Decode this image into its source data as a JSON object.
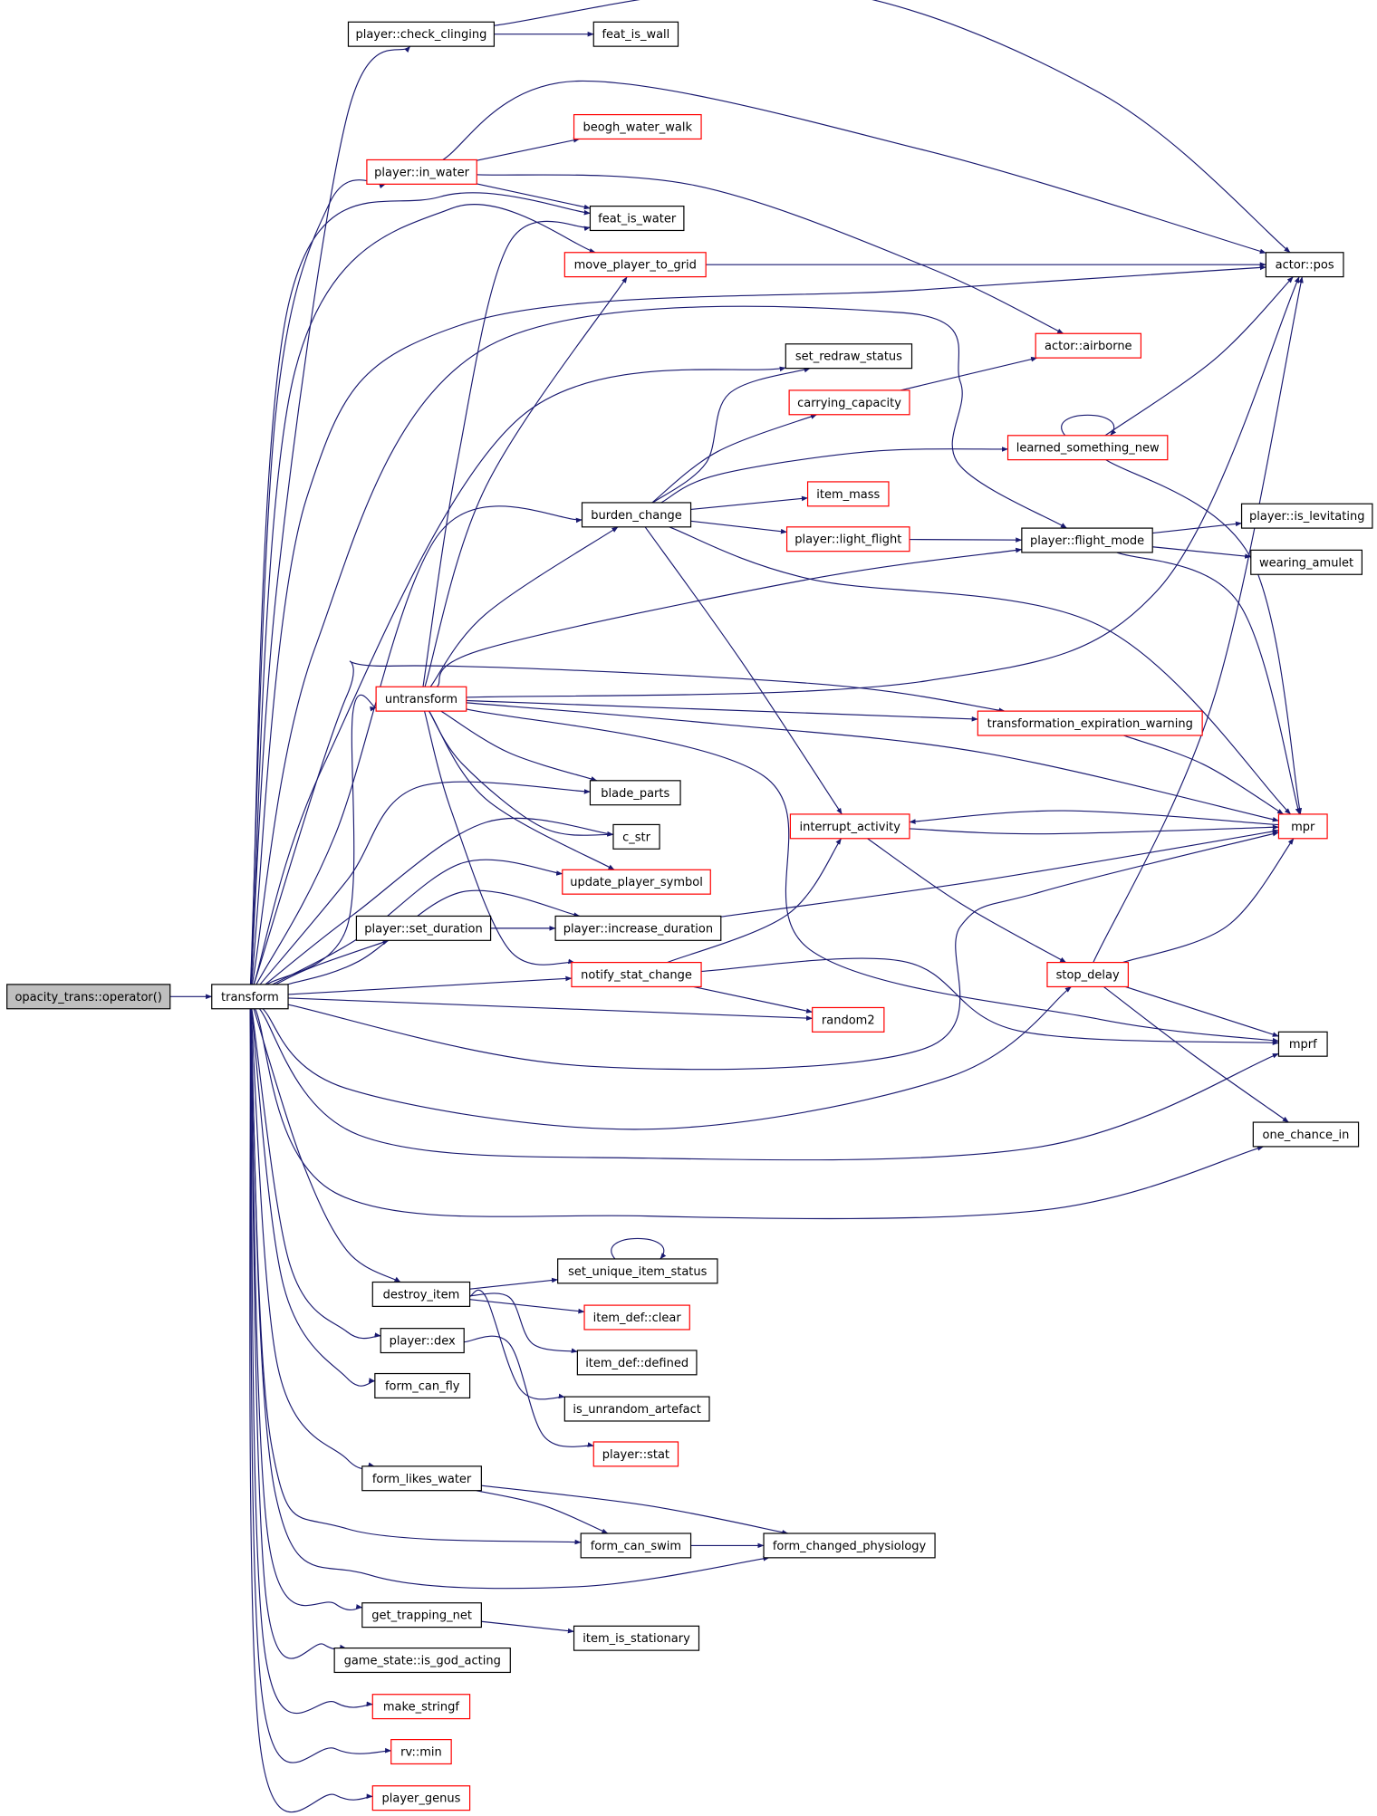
{
  "colors": {
    "edge": "#191970",
    "plain_border": "#000000",
    "external_border": "#ff0000",
    "root_fill": "#bfbfbf",
    "background": "#ffffff"
  },
  "nodes": [
    {
      "id": "opacity",
      "label": "opacity_trans::operator()",
      "style": "root"
    },
    {
      "id": "transform",
      "label": "transform",
      "style": "black"
    },
    {
      "id": "check_clinging",
      "label": "player::check_clinging",
      "style": "black"
    },
    {
      "id": "feat_is_wall",
      "label": "feat_is_wall",
      "style": "black"
    },
    {
      "id": "beogh",
      "label": "beogh_water_walk",
      "style": "red"
    },
    {
      "id": "in_water",
      "label": "player::in_water",
      "style": "red"
    },
    {
      "id": "feat_is_water",
      "label": "feat_is_water",
      "style": "black"
    },
    {
      "id": "move_player",
      "label": "move_player_to_grid",
      "style": "red"
    },
    {
      "id": "actor_pos",
      "label": "actor::pos",
      "style": "black"
    },
    {
      "id": "airborne",
      "label": "actor::airborne",
      "style": "red"
    },
    {
      "id": "set_redraw",
      "label": "set_redraw_status",
      "style": "black"
    },
    {
      "id": "carrying",
      "label": "carrying_capacity",
      "style": "red"
    },
    {
      "id": "learned",
      "label": "learned_something_new",
      "style": "red"
    },
    {
      "id": "item_mass",
      "label": "item_mass",
      "style": "red"
    },
    {
      "id": "burden",
      "label": "burden_change",
      "style": "black"
    },
    {
      "id": "is_levitating",
      "label": "player::is_levitating",
      "style": "black"
    },
    {
      "id": "light_flight",
      "label": "player::light_flight",
      "style": "red"
    },
    {
      "id": "flight_mode",
      "label": "player::flight_mode",
      "style": "black"
    },
    {
      "id": "wearing_amulet",
      "label": "wearing_amulet",
      "style": "black"
    },
    {
      "id": "untransform",
      "label": "untransform",
      "style": "red"
    },
    {
      "id": "trans_exp",
      "label": "transformation_expiration_warning",
      "style": "red"
    },
    {
      "id": "blade_parts",
      "label": "blade_parts",
      "style": "black"
    },
    {
      "id": "c_str",
      "label": "c_str",
      "style": "black"
    },
    {
      "id": "interrupt",
      "label": "interrupt_activity",
      "style": "red"
    },
    {
      "id": "mpr",
      "label": "mpr",
      "style": "red"
    },
    {
      "id": "update_symbol",
      "label": "update_player_symbol",
      "style": "red"
    },
    {
      "id": "set_duration",
      "label": "player::set_duration",
      "style": "black"
    },
    {
      "id": "increase_duration",
      "label": "player::increase_duration",
      "style": "black"
    },
    {
      "id": "notify_stat",
      "label": "notify_stat_change",
      "style": "red"
    },
    {
      "id": "stop_delay",
      "label": "stop_delay",
      "style": "red"
    },
    {
      "id": "random2",
      "label": "random2",
      "style": "red"
    },
    {
      "id": "mprf",
      "label": "mprf",
      "style": "black"
    },
    {
      "id": "one_chance",
      "label": "one_chance_in",
      "style": "black"
    },
    {
      "id": "set_unique",
      "label": "set_unique_item_status",
      "style": "black"
    },
    {
      "id": "destroy_item",
      "label": "destroy_item",
      "style": "black"
    },
    {
      "id": "item_clear",
      "label": "item_def::clear",
      "style": "red"
    },
    {
      "id": "player_dex",
      "label": "player::dex",
      "style": "black"
    },
    {
      "id": "item_defined",
      "label": "item_def::defined",
      "style": "black"
    },
    {
      "id": "form_can_fly",
      "label": "form_can_fly",
      "style": "black"
    },
    {
      "id": "is_unrandom",
      "label": "is_unrandom_artefact",
      "style": "black"
    },
    {
      "id": "player_stat",
      "label": "player::stat",
      "style": "red"
    },
    {
      "id": "form_likes_water",
      "label": "form_likes_water",
      "style": "black"
    },
    {
      "id": "form_can_swim",
      "label": "form_can_swim",
      "style": "black"
    },
    {
      "id": "form_changed",
      "label": "form_changed_physiology",
      "style": "black"
    },
    {
      "id": "get_trapping",
      "label": "get_trapping_net",
      "style": "black"
    },
    {
      "id": "item_stationary",
      "label": "item_is_stationary",
      "style": "black"
    },
    {
      "id": "god_acting",
      "label": "game_state::is_god_acting",
      "style": "black"
    },
    {
      "id": "make_stringf",
      "label": "make_stringf",
      "style": "red"
    },
    {
      "id": "rv_min",
      "label": "rv::min",
      "style": "red"
    },
    {
      "id": "player_genus",
      "label": "player_genus",
      "style": "red"
    }
  ],
  "edges": [
    [
      "opacity",
      "transform"
    ],
    [
      "transform",
      "check_clinging"
    ],
    [
      "transform",
      "in_water"
    ],
    [
      "transform",
      "feat_is_water"
    ],
    [
      "transform",
      "move_player"
    ],
    [
      "transform",
      "actor_pos"
    ],
    [
      "transform",
      "flight_mode"
    ],
    [
      "transform",
      "set_redraw"
    ],
    [
      "transform",
      "burden"
    ],
    [
      "transform",
      "untransform"
    ],
    [
      "transform",
      "trans_exp"
    ],
    [
      "transform",
      "blade_parts"
    ],
    [
      "transform",
      "c_str"
    ],
    [
      "transform",
      "update_symbol"
    ],
    [
      "transform",
      "set_duration"
    ],
    [
      "transform",
      "increase_duration"
    ],
    [
      "transform",
      "notify_stat"
    ],
    [
      "transform",
      "random2"
    ],
    [
      "transform",
      "mpr"
    ],
    [
      "transform",
      "stop_delay"
    ],
    [
      "transform",
      "mprf"
    ],
    [
      "transform",
      "one_chance"
    ],
    [
      "transform",
      "destroy_item"
    ],
    [
      "transform",
      "player_dex"
    ],
    [
      "transform",
      "form_can_fly"
    ],
    [
      "transform",
      "form_likes_water"
    ],
    [
      "transform",
      "form_can_swim"
    ],
    [
      "transform",
      "form_changed"
    ],
    [
      "transform",
      "get_trapping"
    ],
    [
      "transform",
      "god_acting"
    ],
    [
      "transform",
      "make_stringf"
    ],
    [
      "transform",
      "rv_min"
    ],
    [
      "transform",
      "player_genus"
    ],
    [
      "check_clinging",
      "feat_is_wall"
    ],
    [
      "check_clinging",
      "actor_pos"
    ],
    [
      "in_water",
      "beogh"
    ],
    [
      "in_water",
      "feat_is_water"
    ],
    [
      "in_water",
      "actor_pos"
    ],
    [
      "in_water",
      "airborne"
    ],
    [
      "move_player",
      "actor_pos"
    ],
    [
      "untransform",
      "feat_is_water"
    ],
    [
      "untransform",
      "move_player"
    ],
    [
      "untransform",
      "burden"
    ],
    [
      "untransform",
      "flight_mode"
    ],
    [
      "untransform",
      "actor_pos"
    ],
    [
      "untransform",
      "trans_exp"
    ],
    [
      "untransform",
      "mpr"
    ],
    [
      "untransform",
      "blade_parts"
    ],
    [
      "untransform",
      "c_str"
    ],
    [
      "untransform",
      "update_symbol"
    ],
    [
      "untransform",
      "notify_stat"
    ],
    [
      "untransform",
      "mprf"
    ],
    [
      "burden",
      "set_redraw"
    ],
    [
      "burden",
      "carrying"
    ],
    [
      "burden",
      "learned"
    ],
    [
      "burden",
      "item_mass"
    ],
    [
      "burden",
      "light_flight"
    ],
    [
      "burden",
      "interrupt"
    ],
    [
      "burden",
      "mpr"
    ],
    [
      "carrying",
      "airborne"
    ],
    [
      "learned",
      "learned"
    ],
    [
      "learned",
      "actor_pos"
    ],
    [
      "learned",
      "mpr"
    ],
    [
      "light_flight",
      "flight_mode"
    ],
    [
      "flight_mode",
      "is_levitating"
    ],
    [
      "flight_mode",
      "wearing_amulet"
    ],
    [
      "flight_mode",
      "mpr"
    ],
    [
      "trans_exp",
      "mpr"
    ],
    [
      "interrupt",
      "stop_delay"
    ],
    [
      "interrupt",
      "mpr"
    ],
    [
      "mpr",
      "interrupt"
    ],
    [
      "increase_duration",
      "mpr"
    ],
    [
      "set_duration",
      "increase_duration"
    ],
    [
      "notify_stat",
      "interrupt"
    ],
    [
      "notify_stat",
      "random2"
    ],
    [
      "notify_stat",
      "mprf"
    ],
    [
      "stop_delay",
      "actor_pos"
    ],
    [
      "stop_delay",
      "mpr"
    ],
    [
      "stop_delay",
      "mprf"
    ],
    [
      "stop_delay",
      "one_chance"
    ],
    [
      "destroy_item",
      "set_unique"
    ],
    [
      "destroy_item",
      "item_clear"
    ],
    [
      "destroy_item",
      "item_defined"
    ],
    [
      "destroy_item",
      "is_unrandom"
    ],
    [
      "set_unique",
      "set_unique"
    ],
    [
      "player_dex",
      "player_stat"
    ],
    [
      "form_likes_water",
      "form_can_swim"
    ],
    [
      "form_likes_water",
      "form_changed"
    ],
    [
      "form_can_swim",
      "form_changed"
    ],
    [
      "get_trapping",
      "item_stationary"
    ]
  ]
}
